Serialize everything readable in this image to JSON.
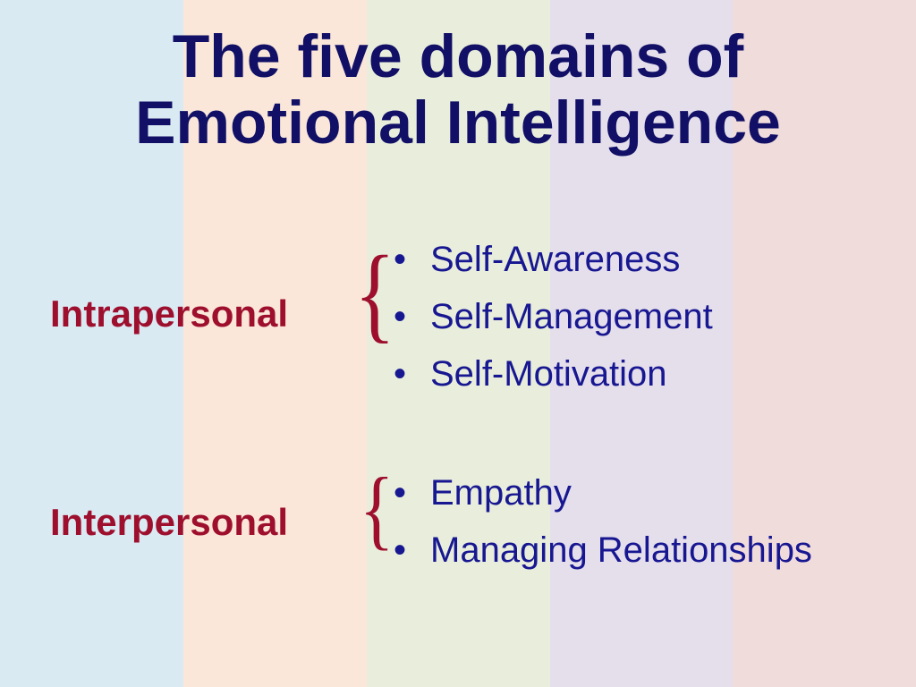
{
  "slide": {
    "title_line1": "The five domains of",
    "title_line2": "Emotional Intelligence",
    "background_stripes": [
      "#daeaf3",
      "#fae7d9",
      "#e9eedc",
      "#e5deeb",
      "#f1dcdc"
    ],
    "title_color": "#111066",
    "label_color": "#9e0f2e",
    "item_color": "#171791"
  },
  "groups": [
    {
      "label": "Intrapersonal",
      "bracket": "{",
      "items": [
        "Self-Awareness",
        "Self-Management",
        "Self-Motivation"
      ]
    },
    {
      "label": "Interpersonal",
      "bracket": "{",
      "items": [
        "Empathy",
        "Managing Relationships"
      ]
    }
  ],
  "bullet_glyph": "•"
}
